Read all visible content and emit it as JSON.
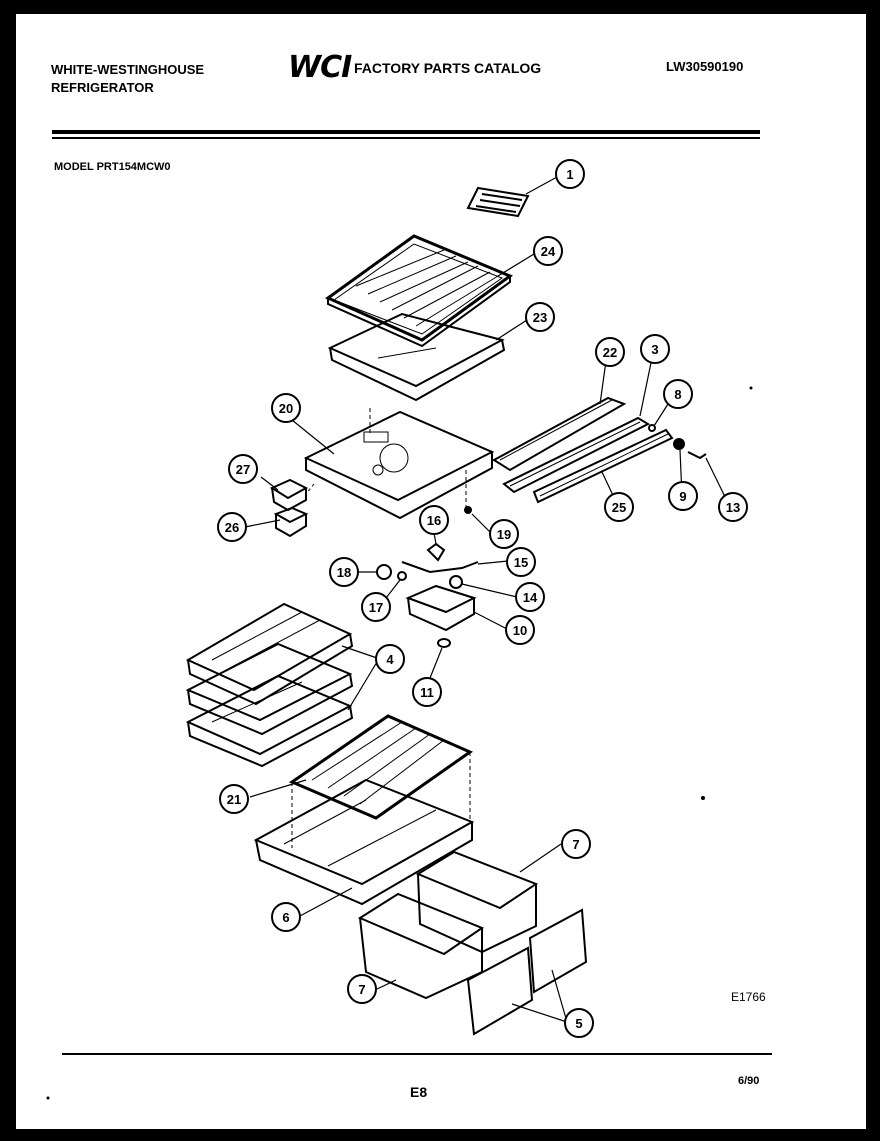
{
  "header": {
    "brand_line1": "WHITE-WESTINGHOUSE",
    "brand_line2": "REFRIGERATOR",
    "logo": "WCI",
    "catalog_title": "FACTORY PARTS CATALOG",
    "catalog_number": "LW30590190"
  },
  "model": "MODEL PRT154MCW0",
  "footer": {
    "diagram_code": "E1766",
    "page_number": "E8",
    "date": "6/90"
  },
  "callouts": [
    {
      "id": "c1",
      "label": "1"
    },
    {
      "id": "c24",
      "label": "24"
    },
    {
      "id": "c23",
      "label": "23"
    },
    {
      "id": "c22",
      "label": "22"
    },
    {
      "id": "c3",
      "label": "3"
    },
    {
      "id": "c8",
      "label": "8"
    },
    {
      "id": "c20",
      "label": "20"
    },
    {
      "id": "c27",
      "label": "27"
    },
    {
      "id": "c26",
      "label": "26"
    },
    {
      "id": "c16",
      "label": "16"
    },
    {
      "id": "c19",
      "label": "19"
    },
    {
      "id": "c9",
      "label": "9"
    },
    {
      "id": "c13",
      "label": "13"
    },
    {
      "id": "c25",
      "label": "25"
    },
    {
      "id": "c15",
      "label": "15"
    },
    {
      "id": "c18",
      "label": "18"
    },
    {
      "id": "c17",
      "label": "17"
    },
    {
      "id": "c14",
      "label": "14"
    },
    {
      "id": "c10",
      "label": "10"
    },
    {
      "id": "c4",
      "label": "4"
    },
    {
      "id": "c11",
      "label": "11"
    },
    {
      "id": "c21",
      "label": "21"
    },
    {
      "id": "c7a",
      "label": "7"
    },
    {
      "id": "c6",
      "label": "6"
    },
    {
      "id": "c7b",
      "label": "7"
    },
    {
      "id": "c5",
      "label": "5"
    }
  ]
}
